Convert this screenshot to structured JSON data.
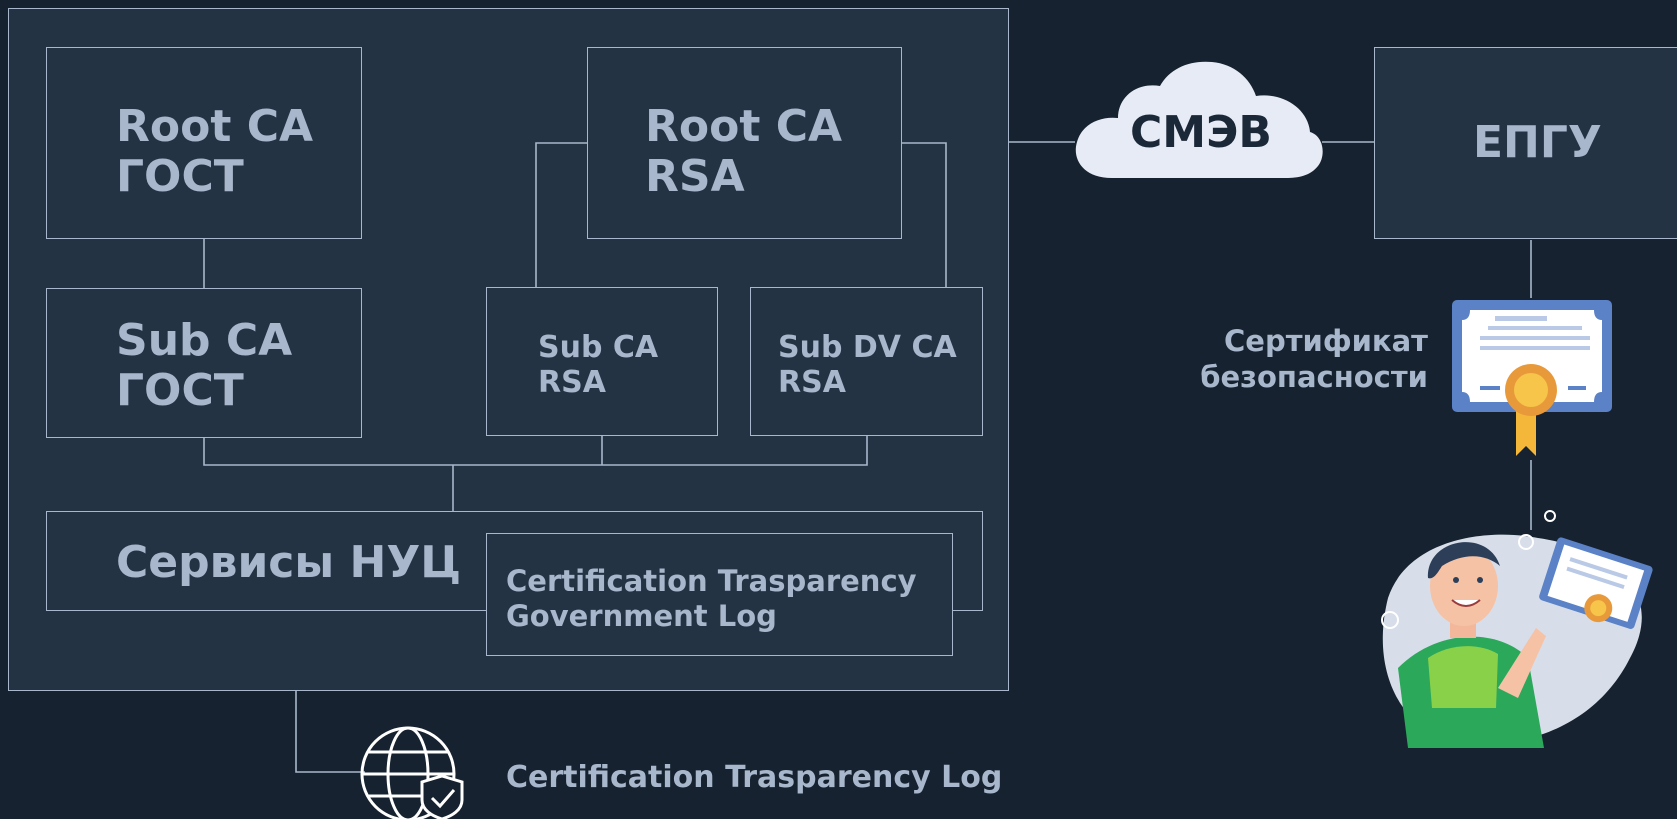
{
  "nodes": {
    "root_gost": {
      "line1": "Root CA",
      "line2": "ГОСТ"
    },
    "root_rsa": {
      "line1": "Root CA",
      "line2": "RSA"
    },
    "sub_gost": {
      "line1": "Sub CA",
      "line2": "ГОСТ"
    },
    "sub_rsa": {
      "line1": "Sub CA",
      "line2": "RSA"
    },
    "sub_dv": {
      "line1": "Sub DV CA",
      "line2": "RSA"
    },
    "services": {
      "label": "Сервисы НУЦ"
    },
    "ct_gov": {
      "line1": "Certification Trasparency",
      "line2": "Government Log"
    },
    "smev": {
      "label": "СМЭВ"
    },
    "epgu": {
      "label": "ЕПГУ"
    },
    "ct_log": {
      "label": "Certification Trasparency Log"
    },
    "certificate": {
      "line1": "Сертификат",
      "line2": "безопасности"
    }
  },
  "icons": [
    "globe-shield-icon",
    "certificate-icon",
    "cloud-icon",
    "person-with-certificate-illustration"
  ],
  "colors": {
    "background": "#16222f",
    "panel": "#243344",
    "stroke": "#a9b7cc",
    "cloud": "#e6ebf5",
    "cloud_text": "#1b2838"
  }
}
